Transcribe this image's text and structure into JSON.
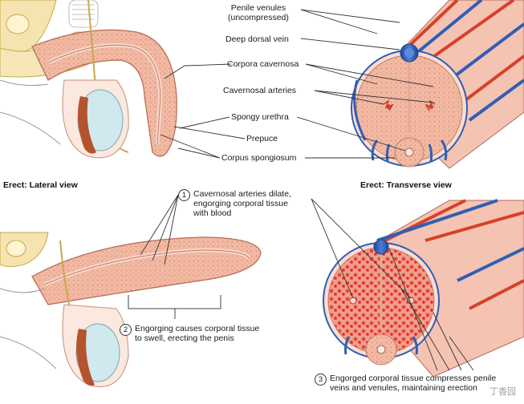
{
  "labels": {
    "penile_venules": [
      "Penile venules",
      "(uncompressed)"
    ],
    "deep_dorsal_vein": "Deep dorsal vein",
    "corpora_cavernosa": "Corpora cavernosa",
    "cavernosal_arteries": "Cavernosal arteries",
    "spongy_urethra": "Spongy urethra",
    "prepuce": "Prepuce",
    "corpus_spongiosum": "Corpus spongiosum"
  },
  "views": {
    "lateral": "Erect: Lateral view",
    "transverse": "Erect: Transverse view"
  },
  "steps": [
    {
      "number": "1",
      "lines": [
        "Cavernosal arteries dilate,",
        "engorging corporal tissue",
        "with blood"
      ]
    },
    {
      "number": "2",
      "lines": [
        "Engorging causes corporal tissue",
        "to swell, erecting the penis"
      ]
    },
    {
      "number": "3",
      "lines": [
        "Engorged corporal tissue compresses penile",
        "veins and venules, maintaining erection"
      ]
    }
  ],
  "watermark": "丁香园",
  "colors": {
    "tissue": "#f2b9a3",
    "tissue_dark": "#e79a80",
    "vein": "#2f5fb5",
    "artery": "#d8402a",
    "testis": "#cfe9ee",
    "epididymis": "#b5532f",
    "engorged": "#e8463a"
  }
}
